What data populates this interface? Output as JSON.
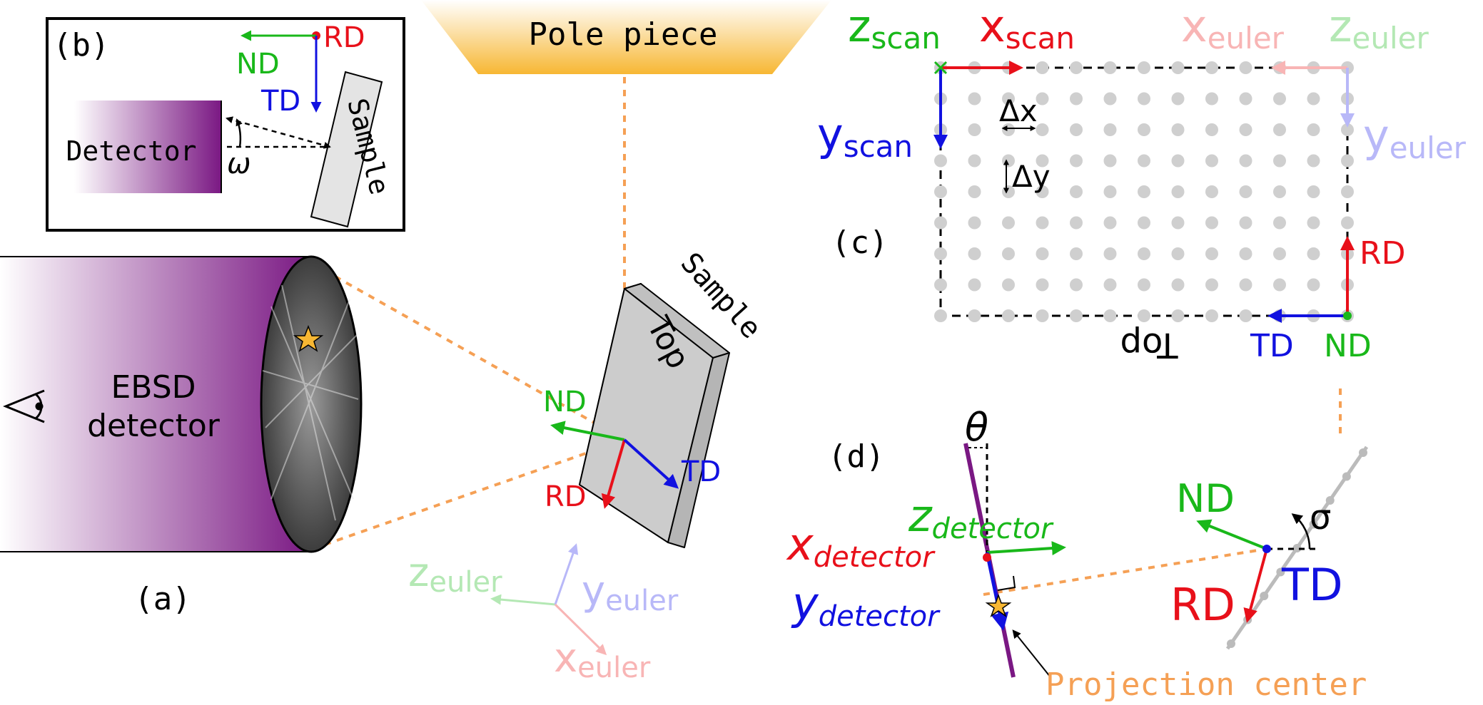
{
  "colors": {
    "red": "#e8101a",
    "green": "#19b81a",
    "blue": "#1111e0",
    "orange": "#f5a055",
    "purple": "#7a1883",
    "sample_gray": "#cccccc",
    "grid_dot": "#cfcfcf",
    "faint_red": "#f8b5b5",
    "faint_green": "#b4e8b4",
    "faint_blue": "#b8b8f8"
  },
  "pole_piece": {
    "label": "Pole piece"
  },
  "panel_a": {
    "tag": "(a)",
    "detector_line1": "EBSD",
    "detector_line2": "detector",
    "sample_label": "Sample",
    "top_label": "Top",
    "nd": "ND",
    "rd": "RD",
    "td": "TD",
    "euler": {
      "z": "z",
      "y": "y",
      "x": "x",
      "sub": "euler"
    }
  },
  "panel_b": {
    "tag": "(b)",
    "rd": "RD",
    "nd": "ND",
    "td": "TD",
    "detector": "Detector",
    "sample": "Sample",
    "omega": "ω"
  },
  "panel_c": {
    "tag": "(c)",
    "z_scan": "z",
    "x_scan": "x",
    "y_scan": "y",
    "scan_sub": "scan",
    "x_euler": "x",
    "z_euler": "z",
    "y_euler": "y",
    "euler_sub": "euler",
    "delta_x": "Δx",
    "delta_y": "Δy",
    "rd": "RD",
    "td": "TD",
    "nd": "ND",
    "top_flipped": "Top"
  },
  "panel_d": {
    "tag": "(d)",
    "theta": "θ",
    "sigma": "σ",
    "z_det": "z",
    "x_det": "x",
    "y_det": "y",
    "det_sub": "detector",
    "nd": "ND",
    "rd": "RD",
    "td": "TD",
    "projection_center": "Projection center"
  }
}
